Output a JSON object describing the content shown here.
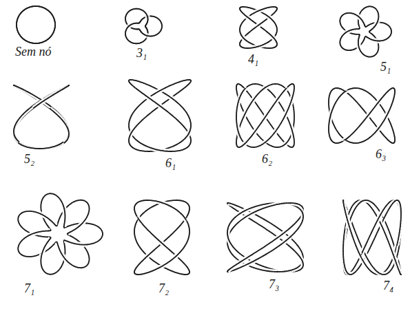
{
  "diagram": {
    "labels": [
      "Sem nó",
      "3₁",
      "4₁",
      "5₁",
      "5₂",
      "6₁",
      "6₂",
      "6₃",
      "7₁",
      "7₂",
      "7₃",
      "7₄"
    ]
  }
}
